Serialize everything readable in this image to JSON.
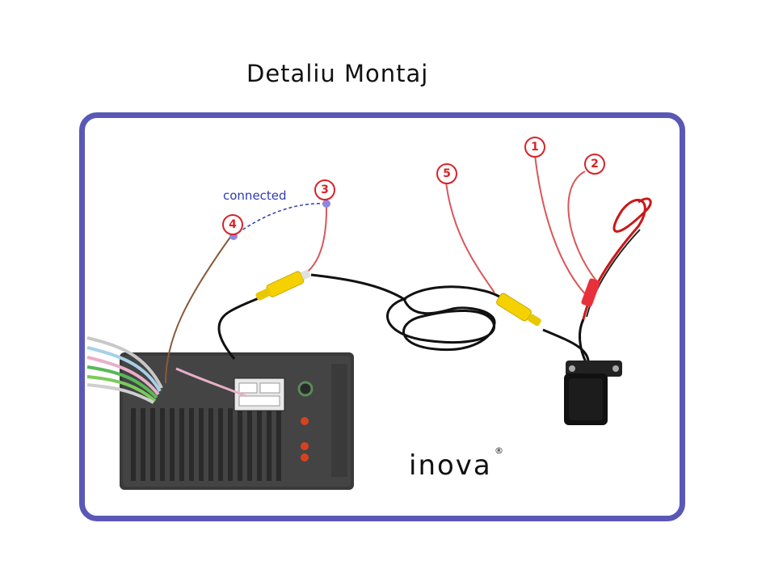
{
  "title": "Detaliu Montaj",
  "connected_label": "connected",
  "callouts": [
    "1",
    "2",
    "3",
    "4",
    "5"
  ],
  "brand": "inova",
  "brand_mark": "®",
  "colors": {
    "frame": "#5a58b6",
    "callout": "#d8232a",
    "connected": "#2f3bb0",
    "rca": "#f5d100"
  }
}
